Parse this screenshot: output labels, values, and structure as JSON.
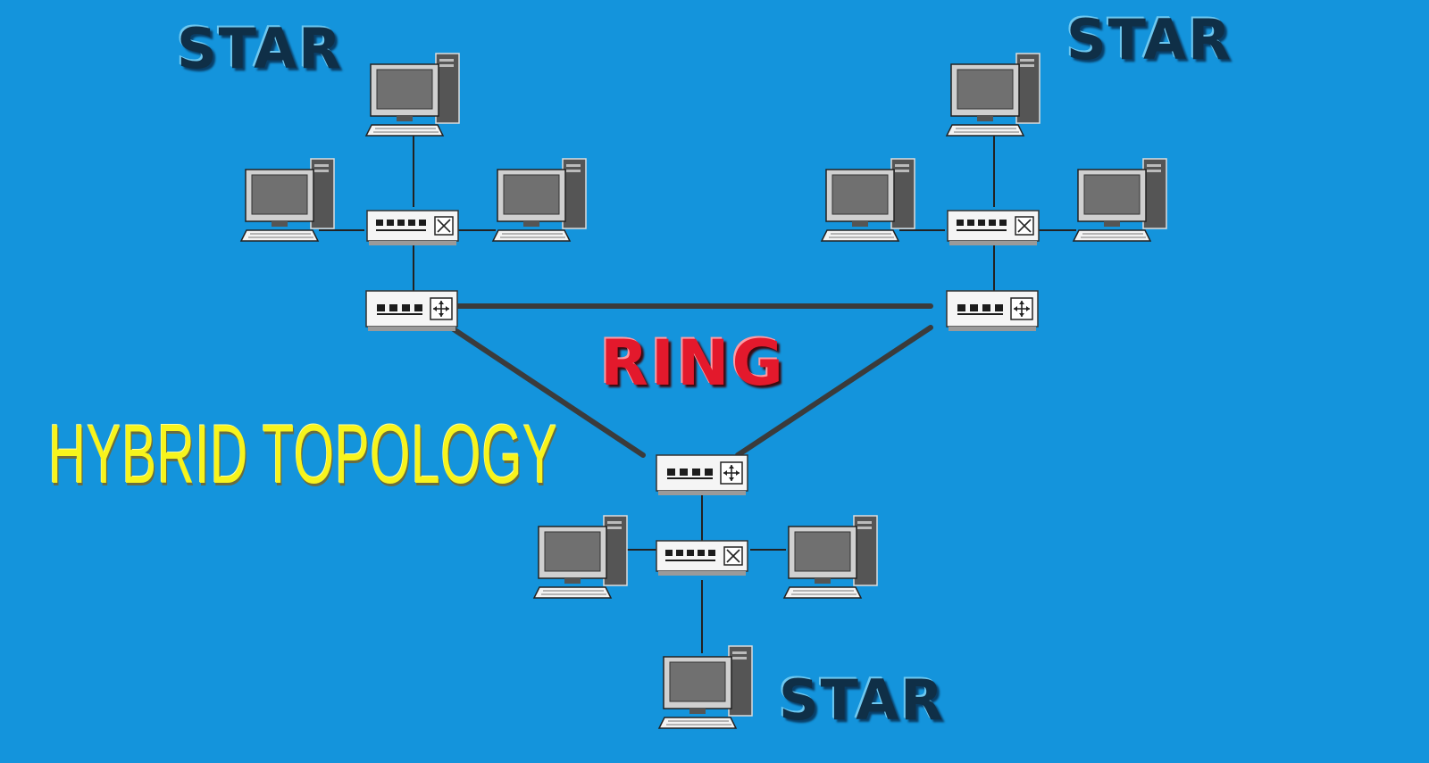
{
  "diagram": {
    "title": "HYBRID TOPOLOGY",
    "labels": {
      "star_top_left": "STAR",
      "star_top_right": "STAR",
      "star_bottom": "STAR",
      "ring": "RING"
    },
    "colors": {
      "background": "#1494dc",
      "title": "#f7f41c",
      "star_text": "#0f2f47",
      "ring_text": "#e3192c",
      "link": "#3b3b3b"
    },
    "devices": {
      "computer_icon": "desktop-computer-icon",
      "switch_icon": "network-switch-icon",
      "hub_icon": "network-hub-icon"
    },
    "segments": [
      {
        "name": "star-top-left",
        "topology": "star",
        "computers": 3
      },
      {
        "name": "star-top-right",
        "topology": "star",
        "computers": 3
      },
      {
        "name": "star-bottom",
        "topology": "star",
        "computers": 3
      },
      {
        "name": "ring-backbone",
        "topology": "ring",
        "nodes": 3
      }
    ]
  }
}
